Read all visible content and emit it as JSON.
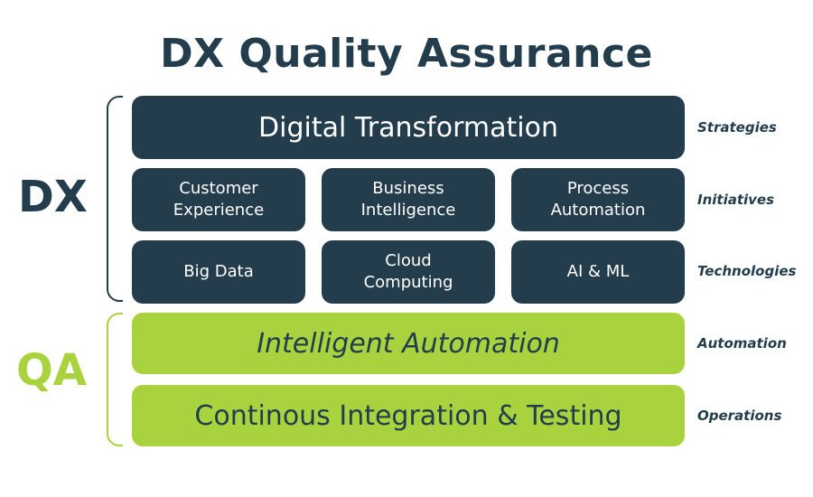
{
  "title": "DX Quality Assurance",
  "groups": {
    "dx": {
      "label": "DX",
      "color": "#233d4d"
    },
    "qa": {
      "label": "QA",
      "color": "#a8d33f"
    }
  },
  "rows": {
    "strategies": {
      "label": "Strategies",
      "boxes": [
        "Digital Transformation"
      ]
    },
    "initiatives": {
      "label": "Initiatives",
      "boxes": [
        {
          "line1": "Customer",
          "line2": "Experience"
        },
        {
          "line1": "Business",
          "line2": "Intelligence"
        },
        {
          "line1": "Process",
          "line2": "Automation"
        }
      ]
    },
    "technologies": {
      "label": "Technologies",
      "boxes": [
        {
          "line1": "Big Data",
          "line2": ""
        },
        {
          "line1": "Cloud",
          "line2": "Computing"
        },
        {
          "line1": "AI & ML",
          "line2": ""
        }
      ]
    },
    "automation": {
      "label": "Automation",
      "boxes": [
        "Intelligent Automation"
      ]
    },
    "operations": {
      "label": "Operations",
      "boxes": [
        "Continous Integration & Testing"
      ]
    }
  },
  "colors": {
    "dark": "#233d4d",
    "green": "#a8d33f",
    "background": "#ffffff"
  }
}
